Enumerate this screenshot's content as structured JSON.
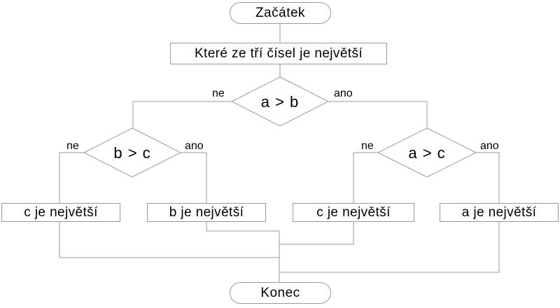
{
  "flowchart": {
    "start": {
      "label": "Začátek"
    },
    "question": {
      "label": "Které ze tří čísel je největší"
    },
    "decisions": [
      {
        "id": "a-gt-b",
        "label": "a > b",
        "no_label": "ne",
        "yes_label": "ano"
      },
      {
        "id": "b-gt-c",
        "label": "b > c",
        "no_label": "ne",
        "yes_label": "ano"
      },
      {
        "id": "a-gt-c",
        "label": "a > c",
        "no_label": "ne",
        "yes_label": "ano"
      }
    ],
    "results": [
      {
        "label": "c je největší"
      },
      {
        "label": "b je největší"
      },
      {
        "label": "c je největší"
      },
      {
        "label": "a je největší"
      }
    ],
    "end": {
      "label": "Konec"
    },
    "colors": {
      "stroke": "#9a9a9a",
      "text": "#000000",
      "background": "#ffffff"
    }
  }
}
